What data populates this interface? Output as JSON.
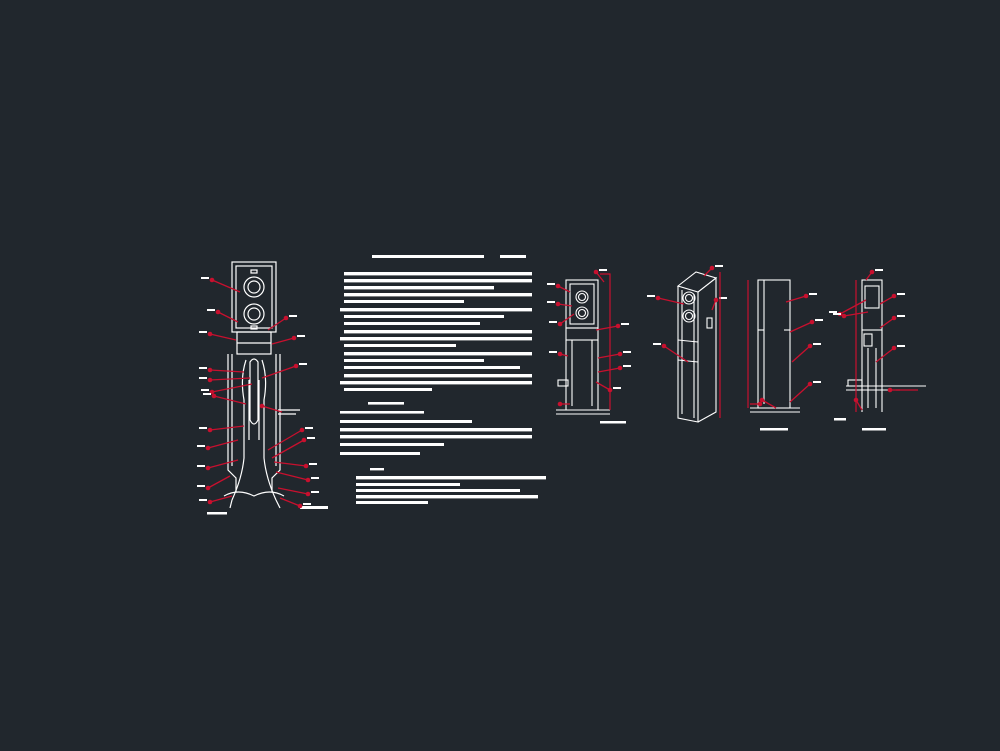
{
  "canvas": {
    "background_color": "#21272d",
    "line_color": "#ffffff",
    "leader_color": "#c8102e"
  },
  "drawings": [
    {
      "id": "main-detail",
      "view": "section",
      "callouts": 22
    },
    {
      "id": "notes",
      "view": "text-block"
    },
    {
      "id": "front-view",
      "view": "elevation",
      "callouts": 10
    },
    {
      "id": "isometric-view",
      "view": "isometric",
      "callouts": 4
    },
    {
      "id": "side-view",
      "view": "side-elevation",
      "callouts": 6
    },
    {
      "id": "rear-section",
      "view": "section",
      "callouts": 8
    }
  ]
}
